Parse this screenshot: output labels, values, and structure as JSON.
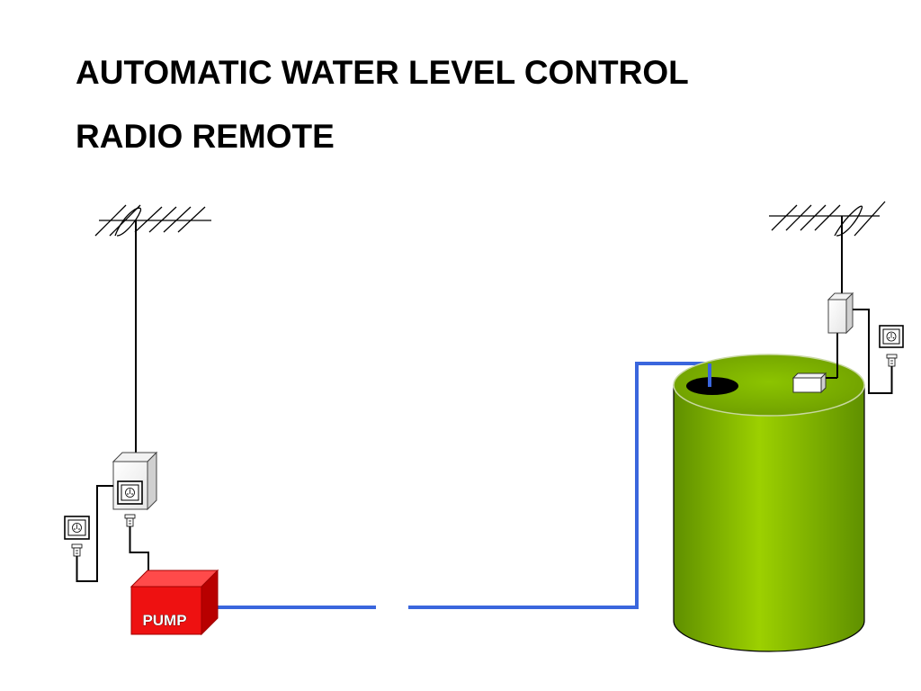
{
  "title": {
    "line1": "AUTOMATIC WATER LEVEL CONTROL",
    "line2": "RADIO REMOTE"
  },
  "pump": {
    "label": "PUMP",
    "color": "#ee1111",
    "label_color": "#ffffff"
  },
  "tank": {
    "color": "#8fc400"
  },
  "colors": {
    "water_pipe": "#3a66dd",
    "wire": "#000000"
  },
  "icons": {
    "antenna": "yagi-antenna-icon",
    "socket": "power-socket-icon",
    "plug": "power-plug-icon"
  }
}
